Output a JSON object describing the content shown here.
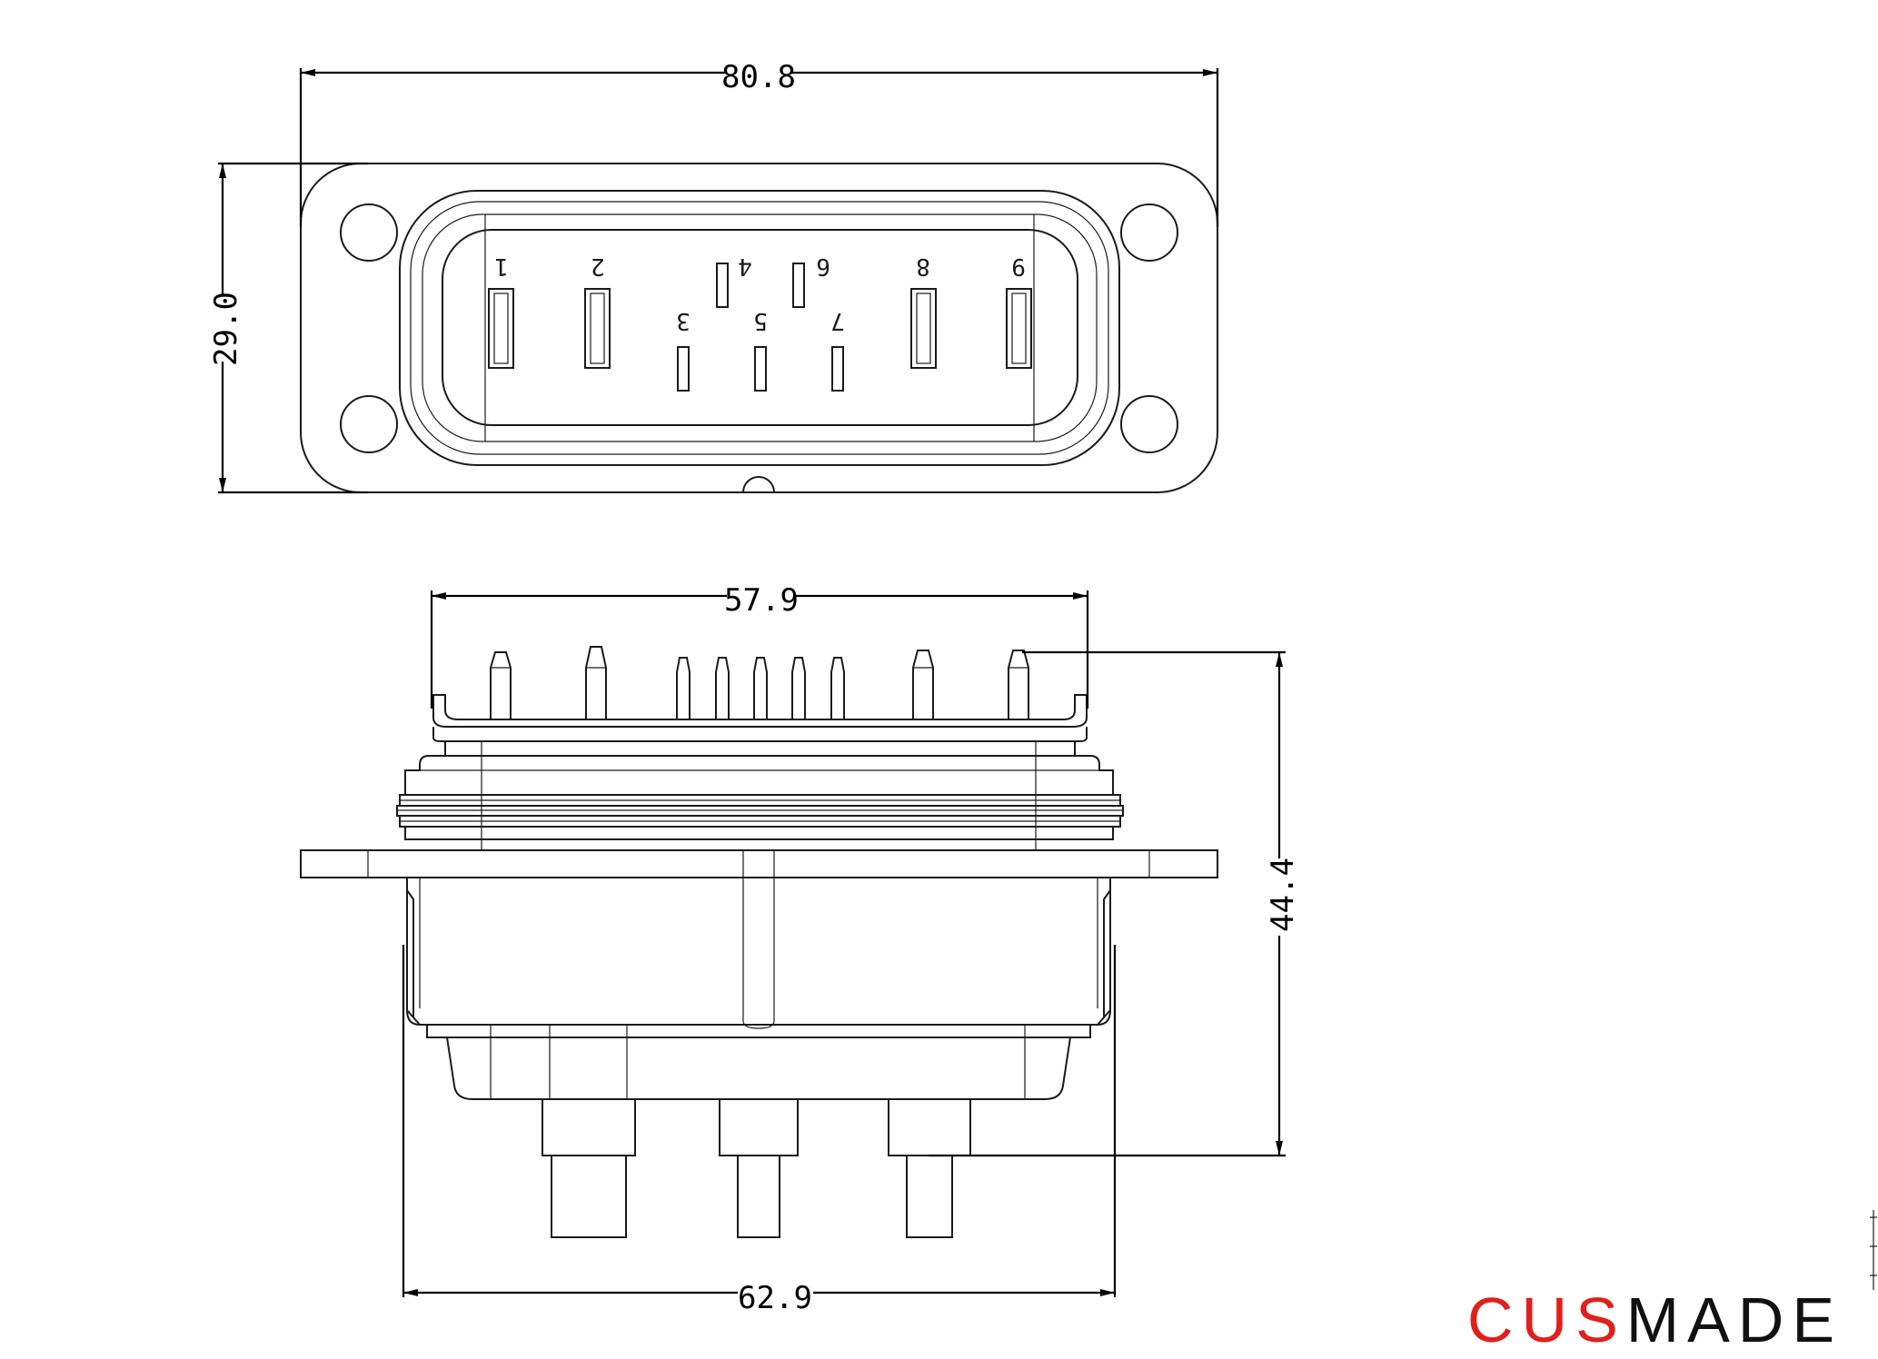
{
  "dimensions": {
    "overall_width": "80.8",
    "height": "29.0",
    "body_width": "57.9",
    "total_length": "44.4",
    "tail_width": "62.9"
  },
  "pin_labels": [
    "1",
    "2",
    "3",
    "4",
    "5",
    "6",
    "7",
    "8",
    "9"
  ],
  "logo": {
    "part1": "CUS",
    "part2": "MADE",
    "accent_color": "#e0201c"
  }
}
